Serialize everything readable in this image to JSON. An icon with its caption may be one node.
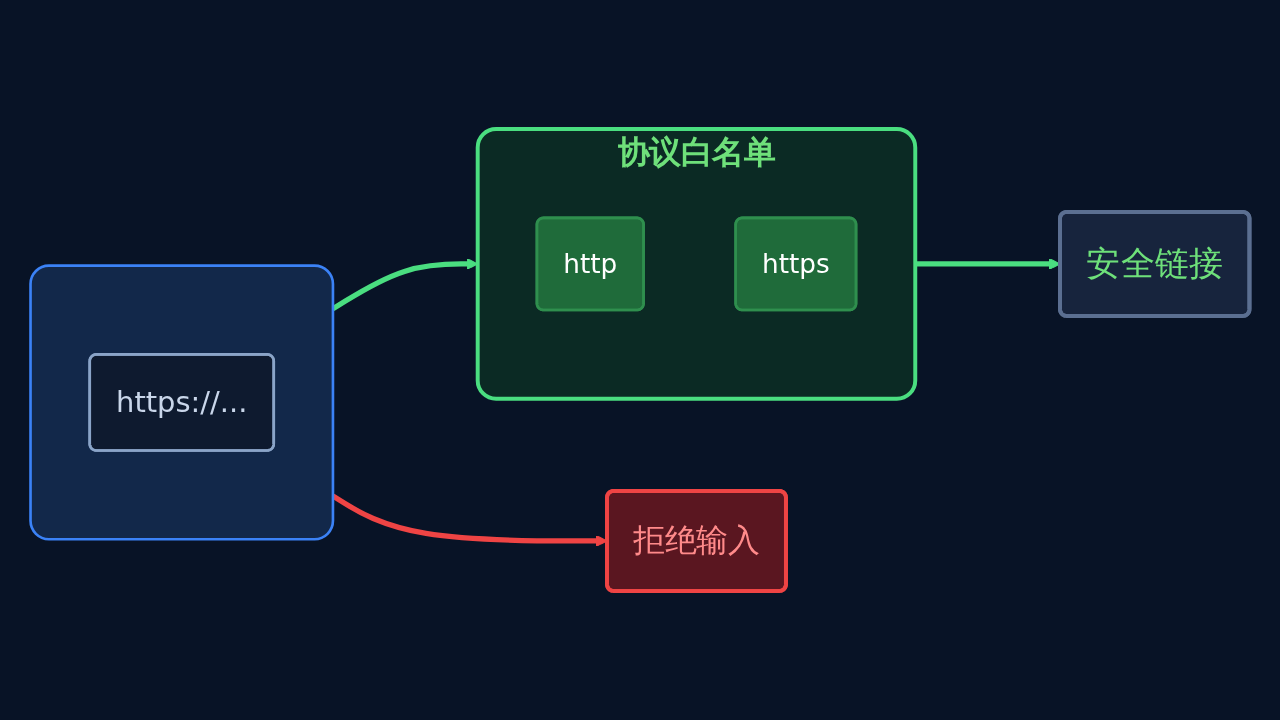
{
  "diagram": {
    "nodes": [
      {
        "text": [],
        "shape": "box"
      },
      {
        "text": [
          "https://..."
        ],
        "in": 0
      },
      {
        "text": [
          "协议白名单"
        ]
      },
      {
        "text": [
          "http"
        ],
        "in": 2
      },
      {
        "text": [
          "https"
        ],
        "in": 2
      },
      {
        "text": [
          "安全链接"
        ]
      },
      {
        "text": [
          "拒绝输入"
        ]
      }
    ],
    "edges": [
      {
        "from": 0,
        "to": 2,
        "arrow": "to"
      },
      {
        "from": 2,
        "to": 5,
        "arrow": "to"
      },
      {
        "from": 0,
        "to": 6,
        "arrow": "to",
        "color": "#ef4444"
      }
    ]
  }
}
